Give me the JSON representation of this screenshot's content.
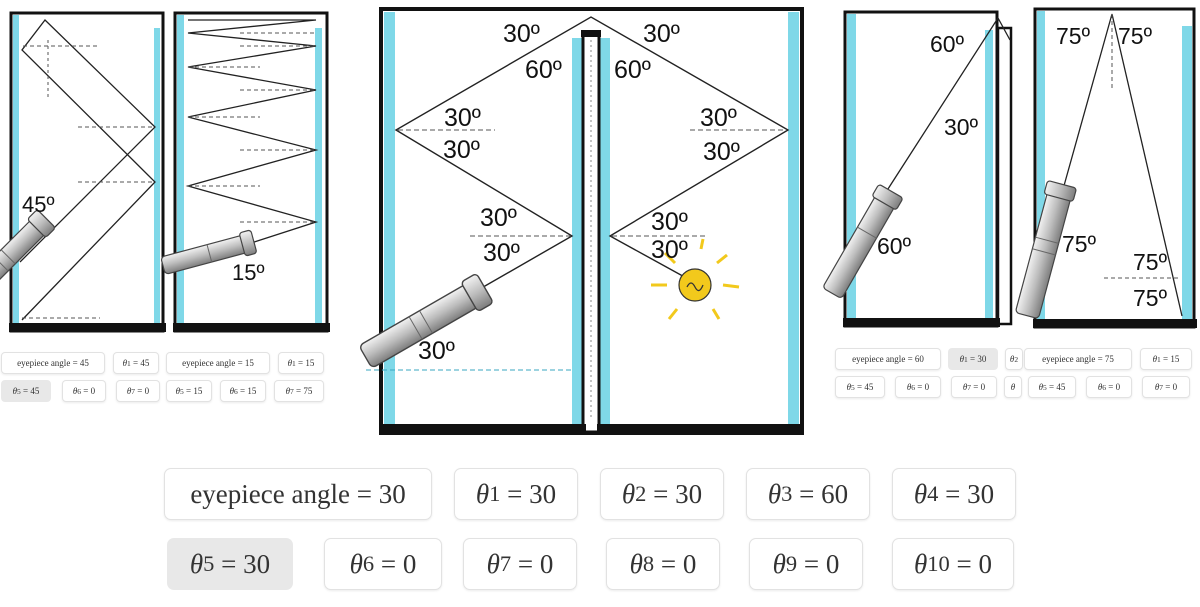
{
  "panels": {
    "p1": {
      "angle_label": "45º",
      "buttons_row1": [
        {
          "sym": "",
          "sub": "",
          "text": "eyepiece angle",
          "value": "45"
        },
        {
          "sym": "θ",
          "sub": "1",
          "text": "",
          "value": "45"
        }
      ],
      "buttons_row2": [
        {
          "sym": "θ",
          "sub": "5",
          "text": "",
          "value": "45",
          "active": true
        },
        {
          "sym": "θ",
          "sub": "6",
          "text": "",
          "value": "0"
        },
        {
          "sym": "θ",
          "sub": "7",
          "text": "",
          "value": "0"
        }
      ]
    },
    "p2": {
      "angle_label": "15º",
      "buttons_row1": [
        {
          "sym": "",
          "sub": "",
          "text": "eyepiece angle",
          "value": "15"
        },
        {
          "sym": "θ",
          "sub": "1",
          "text": "",
          "value": "15"
        }
      ],
      "buttons_row2": [
        {
          "sym": "θ",
          "sub": "5",
          "text": "",
          "value": "15"
        },
        {
          "sym": "θ",
          "sub": "6",
          "text": "",
          "value": "15"
        },
        {
          "sym": "θ",
          "sub": "7",
          "text": "",
          "value": "75"
        }
      ]
    },
    "main": {
      "labels": [
        "30º",
        "30º",
        "60º",
        "60º",
        "30º",
        "30º",
        "30º",
        "30º",
        "30º",
        "30º",
        "30º",
        "30º",
        "30º"
      ],
      "buttons_row1": [
        {
          "sym": "",
          "sub": "",
          "text": "eyepiece angle",
          "value": "30"
        },
        {
          "sym": "θ",
          "sub": "1",
          "text": "",
          "value": "30"
        },
        {
          "sym": "θ",
          "sub": "2",
          "text": "",
          "value": "30"
        },
        {
          "sym": "θ",
          "sub": "3",
          "text": "",
          "value": "60"
        },
        {
          "sym": "θ",
          "sub": "4",
          "text": "",
          "value": "30"
        }
      ],
      "buttons_row2": [
        {
          "sym": "θ",
          "sub": "5",
          "text": "",
          "value": "30",
          "active": true
        },
        {
          "sym": "θ",
          "sub": "6",
          "text": "",
          "value": "0"
        },
        {
          "sym": "θ",
          "sub": "7",
          "text": "",
          "value": "0"
        },
        {
          "sym": "θ",
          "sub": "8",
          "text": "",
          "value": "0"
        },
        {
          "sym": "θ",
          "sub": "9",
          "text": "",
          "value": "0"
        },
        {
          "sym": "θ",
          "sub": "10",
          "text": "",
          "value": "0"
        }
      ]
    },
    "p4": {
      "labels": [
        "60º",
        "30º",
        "60º"
      ],
      "buttons_row1": [
        {
          "sym": "",
          "sub": "",
          "text": "eyepiece angle",
          "value": "60"
        },
        {
          "sym": "θ",
          "sub": "1",
          "text": "",
          "value": "30",
          "active": true
        },
        {
          "sym": "θ",
          "sub": "2",
          "text": "",
          "value": ""
        }
      ],
      "buttons_row2": [
        {
          "sym": "θ",
          "sub": "5",
          "text": "",
          "value": "45"
        },
        {
          "sym": "θ",
          "sub": "6",
          "text": "",
          "value": "0"
        },
        {
          "sym": "θ",
          "sub": "7",
          "text": "",
          "value": "0"
        },
        {
          "sym": "θ",
          "sub": "",
          "text": "",
          "value": ""
        }
      ]
    },
    "p5": {
      "labels": [
        "75º",
        "75º",
        "75º",
        "75º",
        "75º"
      ],
      "buttons_row1": [
        {
          "sym": "",
          "sub": "",
          "text": "eyepiece angle",
          "value": "75"
        },
        {
          "sym": "θ",
          "sub": "1",
          "text": "",
          "value": "15"
        }
      ],
      "buttons_row2": [
        {
          "sym": "θ",
          "sub": "5",
          "text": "",
          "value": "45"
        },
        {
          "sym": "θ",
          "sub": "6",
          "text": "",
          "value": "0"
        },
        {
          "sym": "θ",
          "sub": "7",
          "text": "",
          "value": "0"
        }
      ]
    }
  },
  "colors": {
    "frame": "#111111",
    "wall": "#7fd8e8",
    "ray": "#222222",
    "dash": "#555555",
    "sun": "#f2c91c",
    "scope": "#c8c8c8"
  }
}
